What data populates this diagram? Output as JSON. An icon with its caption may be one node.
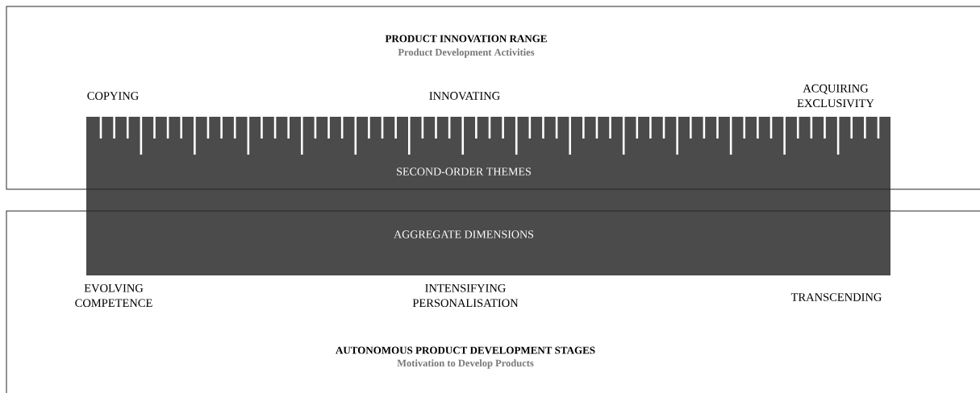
{
  "diagram": {
    "nodes": [
      {
        "text": [
          "PRODUCT INNOVATION RANGE",
          "Product Development Activities"
        ]
      },
      {
        "text": [
          "SECOND-ORDER THEMES",
          "AGGREGATE DIMENSIONS"
        ]
      },
      {
        "text": [
          "AUTONOMOUS PRODUCT DEVELOPMENT STAGES",
          "Motivation to Develop Products"
        ]
      }
    ],
    "edges": [],
    "labels": [
      "COPYING",
      "INNOVATING",
      "ACQUIRING EXCLUSIVITY",
      "EVOLVING COMPETENCE",
      "INTENSIFYING PERSONALISATION",
      "TRANSCENDING"
    ]
  }
}
